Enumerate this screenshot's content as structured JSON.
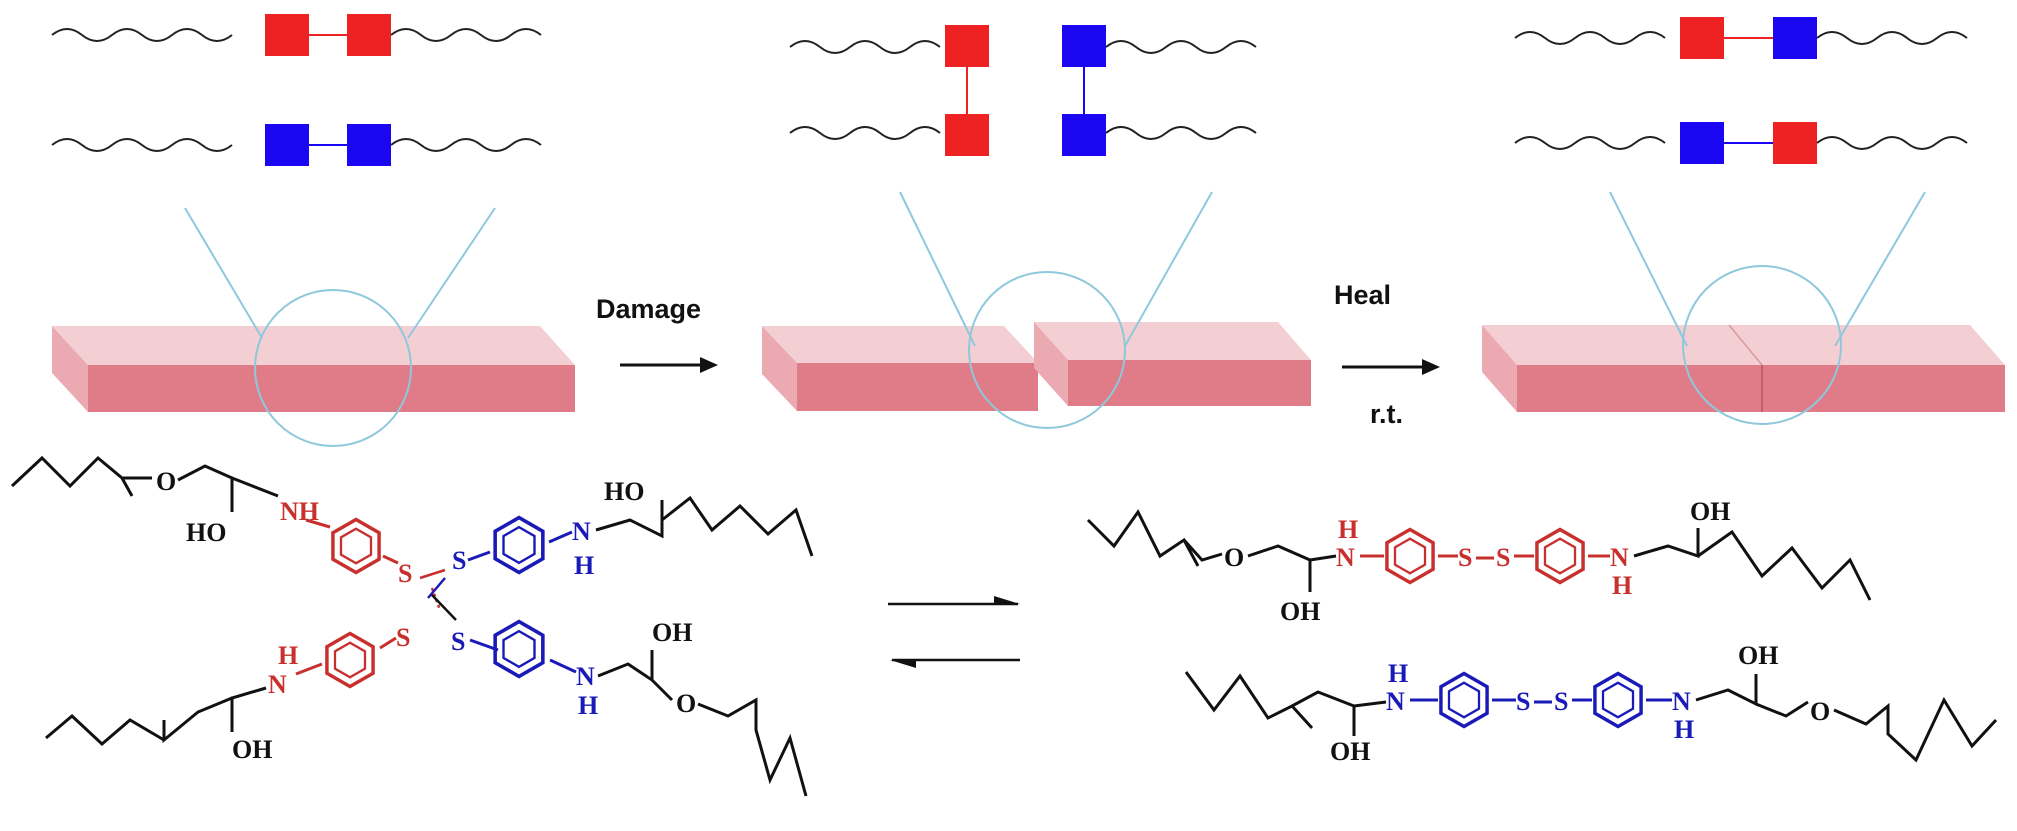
{
  "stages": {
    "arrow_damage_label": "Damage",
    "arrow_heal_label": "Heal",
    "arrow_heal_sublabel": "r.t."
  },
  "colors": {
    "red_unit": "#ee2222",
    "blue_unit": "#1a06f0",
    "slab_top": "#f3cfd3",
    "slab_front": "#e07c87",
    "slab_side": "#ebaab2",
    "zoom_line": "#8fc8dc",
    "red_text": "#c8302e",
    "blue_text": "#1a1ab8",
    "black_text": "#111111"
  },
  "chemistry": {
    "left": {
      "top_nh": "NH",
      "top_ho": "HO",
      "top_o": "O",
      "top_s_red": "S",
      "top_s_blue": "S",
      "top_nh_blue_n": "N",
      "top_nh_blue_h": "H",
      "top_ho_right": "HO",
      "bot_s_red": "S",
      "bot_s_blue": "S",
      "bot_h_red": "H",
      "bot_n_red": "N",
      "bot_oh": "OH",
      "bot_nh_blue_n": "N",
      "bot_nh_blue_h": "H",
      "bot_oh_right": "OH",
      "bot_o_right": "O"
    },
    "right": {
      "top_o": "O",
      "top_oh": "OH",
      "top_h_red": "H",
      "top_n_red": "N",
      "top_s1": "S",
      "top_s2": "S",
      "top_n_red2": "N",
      "top_h_red2": "H",
      "top_oh_right": "OH",
      "bot_oh": "OH",
      "bot_h_blue": "H",
      "bot_n_blue": "N",
      "bot_s1": "S",
      "bot_s2": "S",
      "bot_n_blue2": "N",
      "bot_h_blue2": "H",
      "bot_oh_right": "OH",
      "bot_o": "O"
    }
  }
}
